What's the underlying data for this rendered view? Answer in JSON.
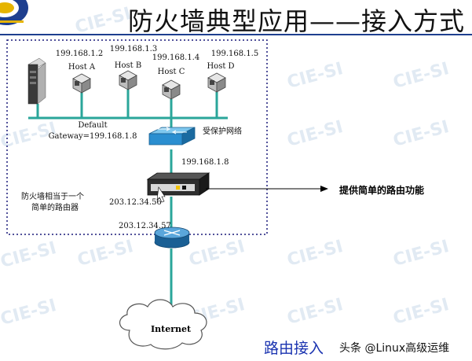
{
  "title": "防火墙典型应用——接入方式",
  "hosts": [
    {
      "ip": "199.168.1.2",
      "name": "Host A"
    },
    {
      "ip": "199.168.1.3",
      "name": "Host B"
    },
    {
      "ip": "199.168.1.4",
      "name": "Host C"
    },
    {
      "ip": "199.168.1.5",
      "name": "Host D"
    }
  ],
  "gateway": {
    "line1": "Default",
    "line2": "Gateway=199.168.1.8"
  },
  "protected_net": "受保护网络",
  "firewall_ip_inside": "199.168.1.8",
  "firewall_ip_outside": "203.12.34.56",
  "router_ip": "203.12.34.57",
  "firewall_note": {
    "line1": "防火墙相当于一个",
    "line2": "简单的路由器"
  },
  "callout": "提供简单的路由功能",
  "cloud_label": "Internet",
  "watermark": "CIE-SI",
  "footer": {
    "title": "路由接入",
    "credit": "头条 @Linux高级运维"
  },
  "colors": {
    "link": "#2aa69a",
    "dotted_border": "#1a1a7a",
    "footer_title": "#1a33b0",
    "router": "#1e6ea8",
    "switch": "#2a8ed0"
  }
}
